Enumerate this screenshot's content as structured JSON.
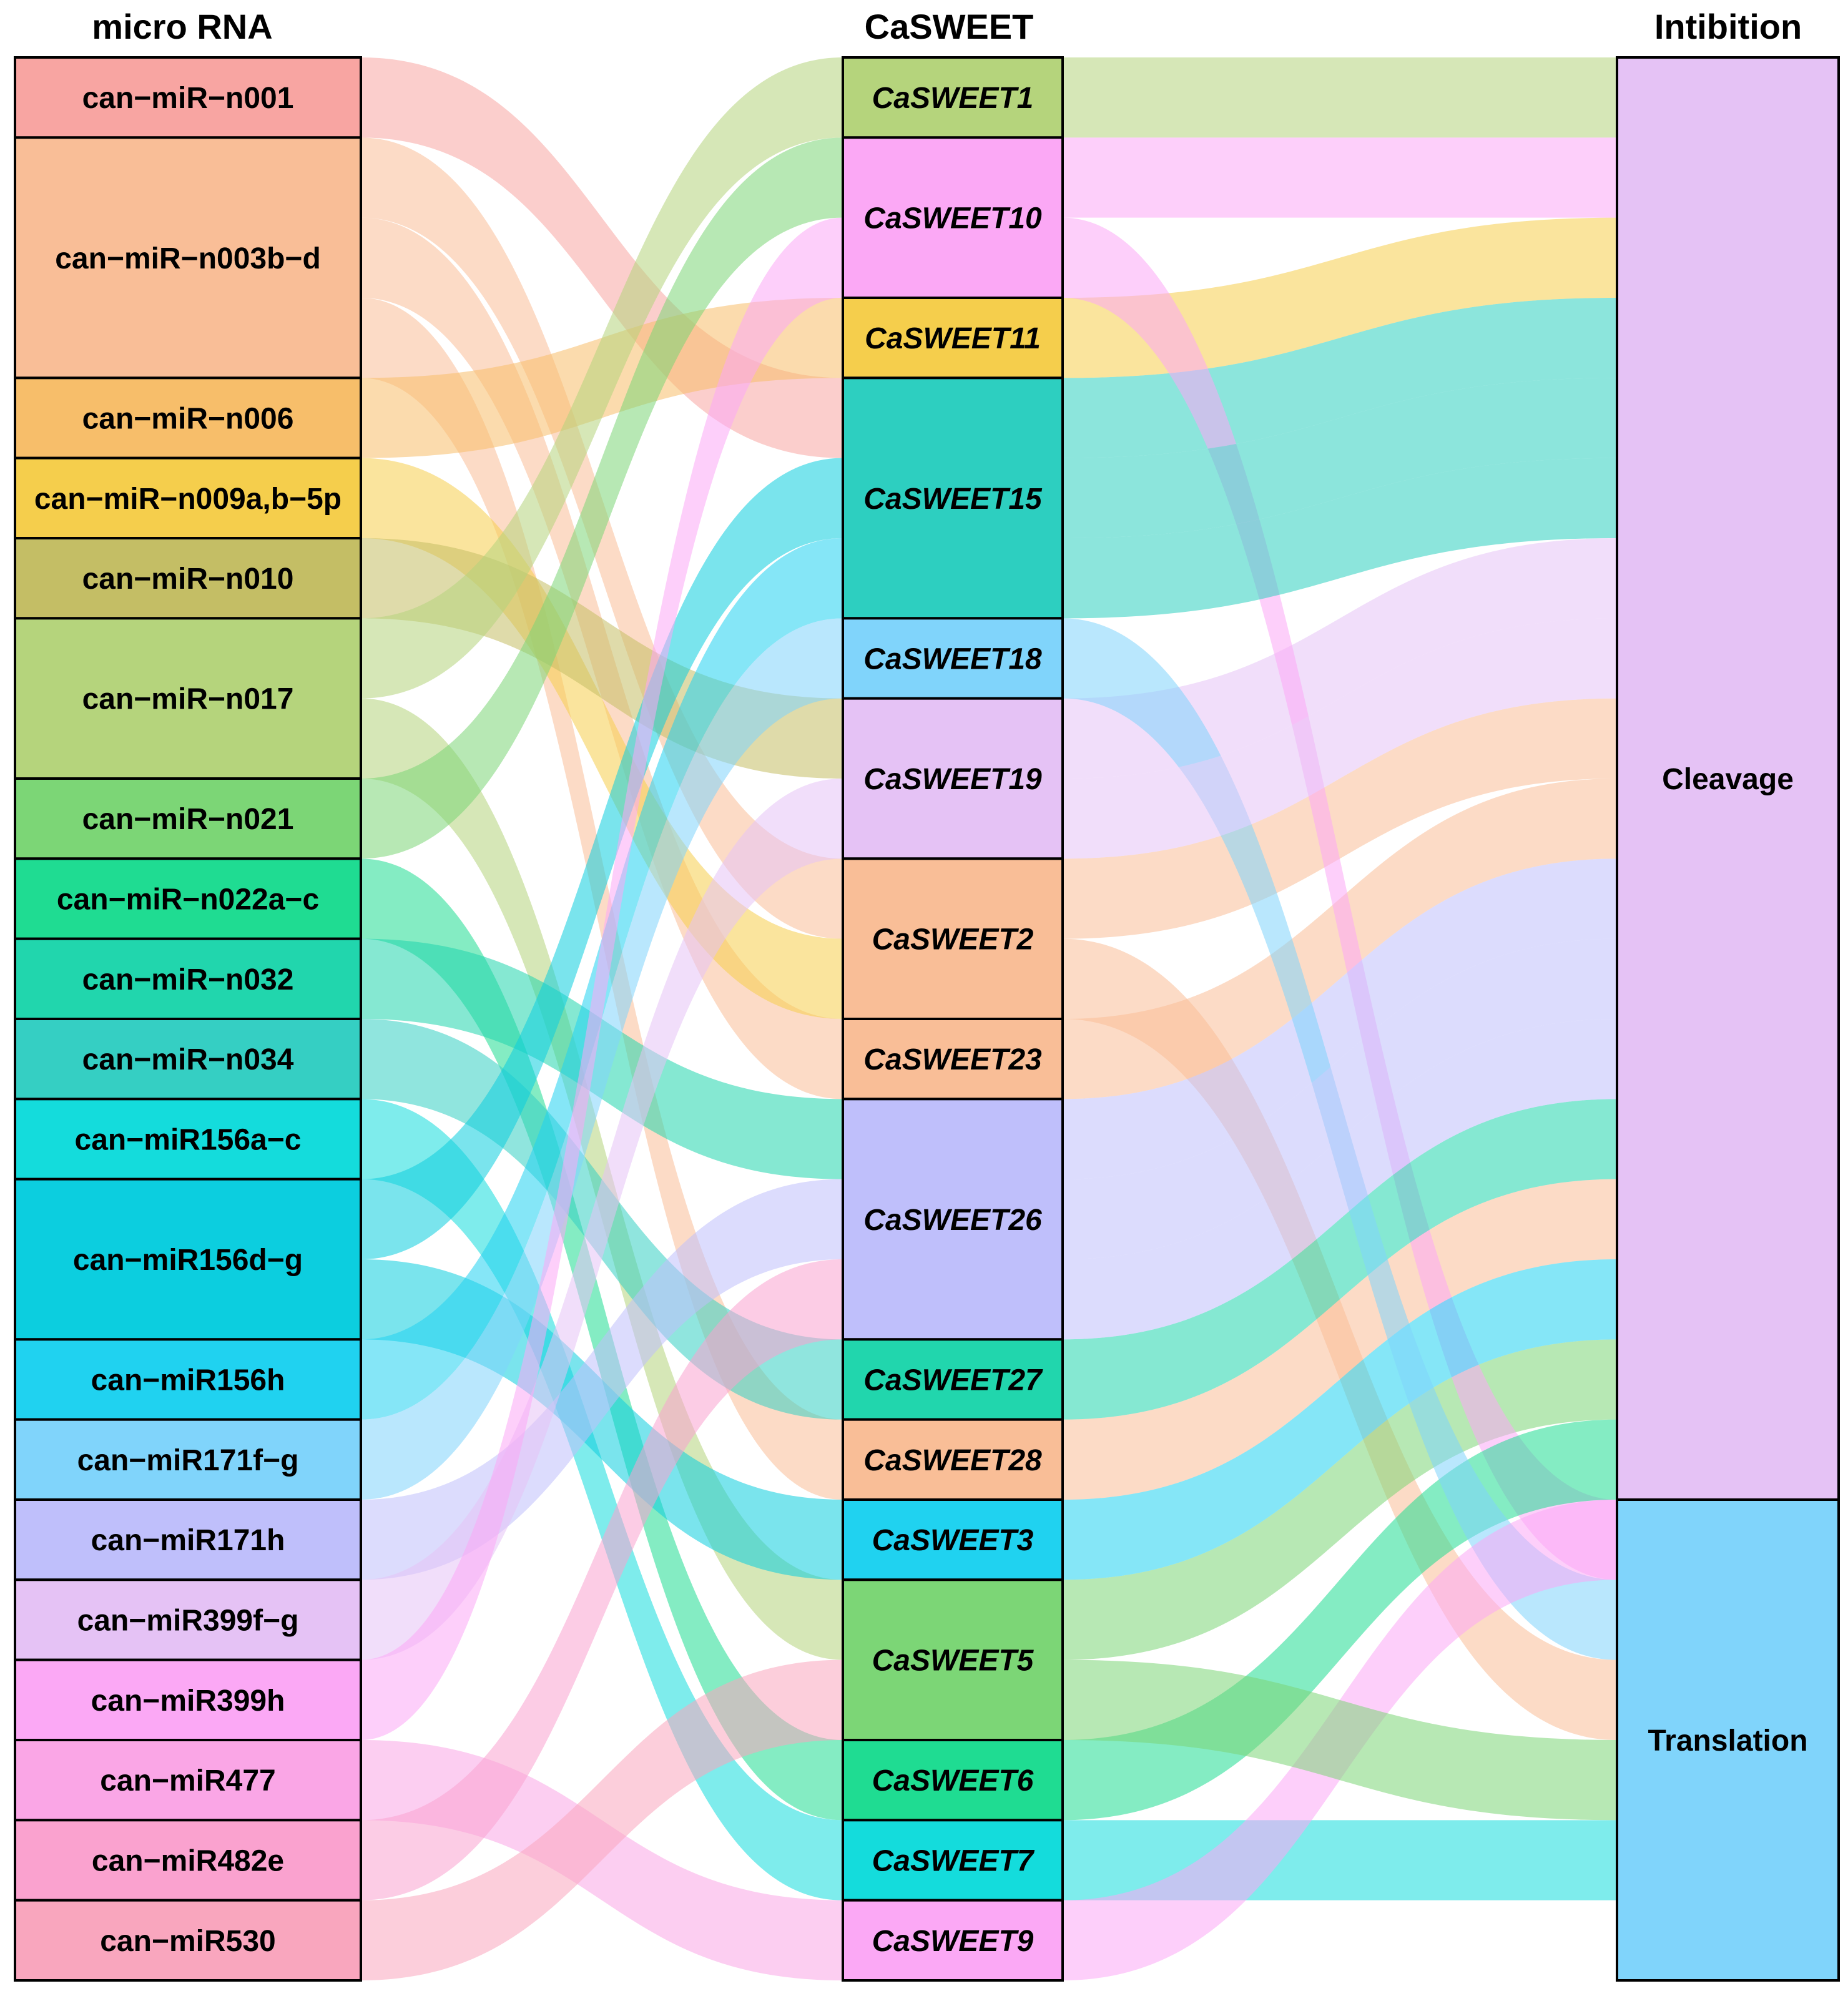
{
  "axes": {
    "mirna": "micro RNA",
    "gene": "CaSWEET",
    "inhibition": "Intibition"
  },
  "mirna_nodes": [
    {
      "label": "can−miR−n001",
      "units": 1,
      "color": "#F8A5A2"
    },
    {
      "label": "can−miR−n003b−d",
      "units": 3,
      "color": "#F9BE97"
    },
    {
      "label": "can−miR−n006",
      "units": 1,
      "color": "#F7BE6A"
    },
    {
      "label": "can−miR−n009a,b−5p",
      "units": 1,
      "color": "#F5CE4C"
    },
    {
      "label": "can−miR−n010",
      "units": 1,
      "color": "#C4BE65"
    },
    {
      "label": "can−miR−n017",
      "units": 2,
      "color": "#B5D47C"
    },
    {
      "label": "can−miR−n021",
      "units": 1,
      "color": "#7CD676"
    },
    {
      "label": "can−miR−n022a−c",
      "units": 1,
      "color": "#1FDC92"
    },
    {
      "label": "can−miR−n032",
      "units": 1,
      "color": "#21D6AD"
    },
    {
      "label": "can−miR−n034",
      "units": 1,
      "color": "#35CFC3"
    },
    {
      "label": "can−miR156a−c",
      "units": 1,
      "color": "#14DCDC"
    },
    {
      "label": "can−miR156d−g",
      "units": 2,
      "color": "#0CCEDF"
    },
    {
      "label": "can−miR156h",
      "units": 1,
      "color": "#20D2F0"
    },
    {
      "label": "can−miR171f−g",
      "units": 1,
      "color": "#80D4FB"
    },
    {
      "label": "can−miR171h",
      "units": 1,
      "color": "#BFBFFB"
    },
    {
      "label": "can−miR399f−g",
      "units": 1,
      "color": "#E5C2F5"
    },
    {
      "label": "can−miR399h",
      "units": 1,
      "color": "#FBA8F5"
    },
    {
      "label": "can−miR477",
      "units": 1,
      "color": "#FAA6E6"
    },
    {
      "label": "can−miR482e",
      "units": 1,
      "color": "#FAA2CF"
    },
    {
      "label": "can−miR530",
      "units": 1,
      "color": "#F9A6BE"
    }
  ],
  "gene_nodes": [
    {
      "label": "CaSWEET1",
      "units": 1,
      "color": "#B5D47C"
    },
    {
      "label": "CaSWEET10",
      "units": 2,
      "color": "#FBA8F5"
    },
    {
      "label": "CaSWEET11",
      "units": 1,
      "color": "#F5CE4C"
    },
    {
      "label": "CaSWEET15",
      "units": 3,
      "color": "#2DCFC0"
    },
    {
      "label": "CaSWEET18",
      "units": 1,
      "color": "#80D4FB"
    },
    {
      "label": "CaSWEET19",
      "units": 2,
      "color": "#E5C2F5"
    },
    {
      "label": "CaSWEET2",
      "units": 2,
      "color": "#F9BE97"
    },
    {
      "label": "CaSWEET23",
      "units": 1,
      "color": "#F9BE97"
    },
    {
      "label": "CaSWEET26",
      "units": 3,
      "color": "#BFBFFB"
    },
    {
      "label": "CaSWEET27",
      "units": 1,
      "color": "#21D6AD"
    },
    {
      "label": "CaSWEET28",
      "units": 1,
      "color": "#F9BE97"
    },
    {
      "label": "CaSWEET3",
      "units": 1,
      "color": "#20D2F0"
    },
    {
      "label": "CaSWEET5",
      "units": 2,
      "color": "#7CD676"
    },
    {
      "label": "CaSWEET6",
      "units": 1,
      "color": "#1FDC92"
    },
    {
      "label": "CaSWEET7",
      "units": 1,
      "color": "#14DCDC"
    },
    {
      "label": "CaSWEET9",
      "units": 1,
      "color": "#FBA8F5"
    }
  ],
  "inhibition_nodes": [
    {
      "label": "Cleavage",
      "units": 18,
      "color": "#E5C2F5"
    },
    {
      "label": "Translation",
      "units": 6,
      "color": "#80D4FB"
    }
  ],
  "links": [
    {
      "mirna": 0,
      "gene": 3,
      "inhibition": 0,
      "color": "#F8A5A2"
    },
    {
      "mirna": 1,
      "gene": 6,
      "inhibition": 0,
      "color": "#F9BE97"
    },
    {
      "mirna": 1,
      "gene": 7,
      "inhibition": 0,
      "color": "#F9BE97"
    },
    {
      "mirna": 1,
      "gene": 10,
      "inhibition": 0,
      "color": "#F9BE97"
    },
    {
      "mirna": 2,
      "gene": 2,
      "inhibition": 0,
      "color": "#F7BE6A"
    },
    {
      "mirna": 3,
      "gene": 6,
      "inhibition": 1,
      "color": "#F5CE4C"
    },
    {
      "mirna": 4,
      "gene": 5,
      "inhibition": 0,
      "color": "#C4BE65"
    },
    {
      "mirna": 5,
      "gene": 0,
      "inhibition": 0,
      "color": "#B5D47C"
    },
    {
      "mirna": 5,
      "gene": 12,
      "inhibition": 0,
      "color": "#B5D47C"
    },
    {
      "mirna": 6,
      "gene": 1,
      "inhibition": 1,
      "color": "#7CD676"
    },
    {
      "mirna": 7,
      "gene": 13,
      "inhibition": 0,
      "color": "#1FDC92"
    },
    {
      "mirna": 8,
      "gene": 8,
      "inhibition": 0,
      "color": "#21D6AD"
    },
    {
      "mirna": 9,
      "gene": 9,
      "inhibition": 0,
      "color": "#35CFC3"
    },
    {
      "mirna": 10,
      "gene": 14,
      "inhibition": 1,
      "color": "#14DCDC"
    },
    {
      "mirna": 11,
      "gene": 3,
      "inhibition": 0,
      "color": "#0CCEDF"
    },
    {
      "mirna": 11,
      "gene": 11,
      "inhibition": 0,
      "color": "#0CCEDF"
    },
    {
      "mirna": 12,
      "gene": 3,
      "inhibition": 0,
      "color": "#20D2F0"
    },
    {
      "mirna": 13,
      "gene": 4,
      "inhibition": 1,
      "color": "#80D4FB"
    },
    {
      "mirna": 14,
      "gene": 8,
      "inhibition": 0,
      "color": "#BFBFFB"
    },
    {
      "mirna": 15,
      "gene": 5,
      "inhibition": 0,
      "color": "#E5C2F5"
    },
    {
      "mirna": 16,
      "gene": 1,
      "inhibition": 0,
      "color": "#FBA8F5"
    },
    {
      "mirna": 17,
      "gene": 15,
      "inhibition": 0,
      "color": "#FAA6E6"
    },
    {
      "mirna": 18,
      "gene": 8,
      "inhibition": 0,
      "color": "#FAA2CF"
    },
    {
      "mirna": 19,
      "gene": 12,
      "inhibition": 1,
      "color": "#F9A6BE"
    }
  ]
}
